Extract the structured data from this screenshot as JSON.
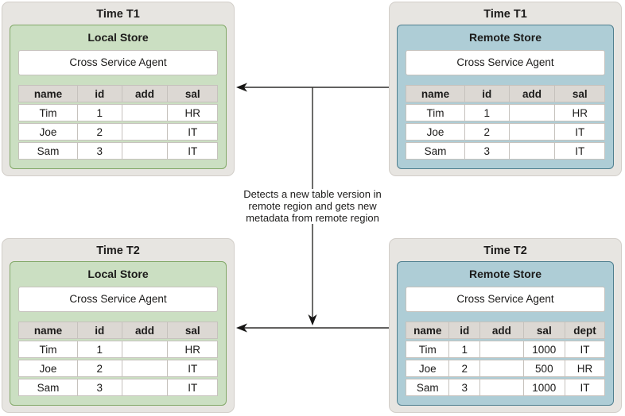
{
  "colors": {
    "panel_bg": "#e7e5e1",
    "panel_border": "#d2cec9",
    "green_bg": "#cbdfc2",
    "green_border": "#82a868",
    "blue_bg": "#aecdd6",
    "blue_border": "#4f7f8f",
    "header_bg": "#dcd8d3",
    "cell_border": "#c6c2bd",
    "line": "#2e2d2b",
    "text": "#1c1b1a"
  },
  "panels": [
    {
      "time_label": "Time T1",
      "store_label": "Local Store",
      "agent_label": "Cross Service Agent",
      "variant": "green",
      "table": {
        "headers": [
          "name",
          "id",
          "add",
          "sal"
        ],
        "rows": [
          [
            "Tim",
            "1",
            "",
            "HR"
          ],
          [
            "Joe",
            "2",
            "",
            "IT"
          ],
          [
            "Sam",
            "3",
            "",
            "IT"
          ]
        ]
      }
    },
    {
      "time_label": "Time T1",
      "store_label": "Remote Store",
      "agent_label": "Cross Service Agent",
      "variant": "blue",
      "table": {
        "headers": [
          "name",
          "id",
          "add",
          "sal"
        ],
        "rows": [
          [
            "Tim",
            "1",
            "",
            "HR"
          ],
          [
            "Joe",
            "2",
            "",
            "IT"
          ],
          [
            "Sam",
            "3",
            "",
            "IT"
          ]
        ]
      }
    },
    {
      "time_label": "Time T2",
      "store_label": "Local Store",
      "agent_label": "Cross Service Agent",
      "variant": "green",
      "table": {
        "headers": [
          "name",
          "id",
          "add",
          "sal"
        ],
        "rows": [
          [
            "Tim",
            "1",
            "",
            "HR"
          ],
          [
            "Joe",
            "2",
            "",
            "IT"
          ],
          [
            "Sam",
            "3",
            "",
            "IT"
          ]
        ]
      }
    },
    {
      "time_label": "Time T2",
      "store_label": "Remote Store",
      "agent_label": "Cross Service Agent",
      "variant": "blue",
      "table": {
        "headers": [
          "name",
          "id",
          "add",
          "sal",
          "dept"
        ],
        "rows": [
          [
            "Tim",
            "1",
            "",
            "1000",
            "IT"
          ],
          [
            "Joe",
            "2",
            "",
            "500",
            "HR"
          ],
          [
            "Sam",
            "3",
            "",
            "1000",
            "IT"
          ]
        ]
      }
    }
  ],
  "annotation": {
    "lines": [
      "Detects a new table version in",
      "remote region and gets new",
      "metadata from remote region"
    ]
  }
}
